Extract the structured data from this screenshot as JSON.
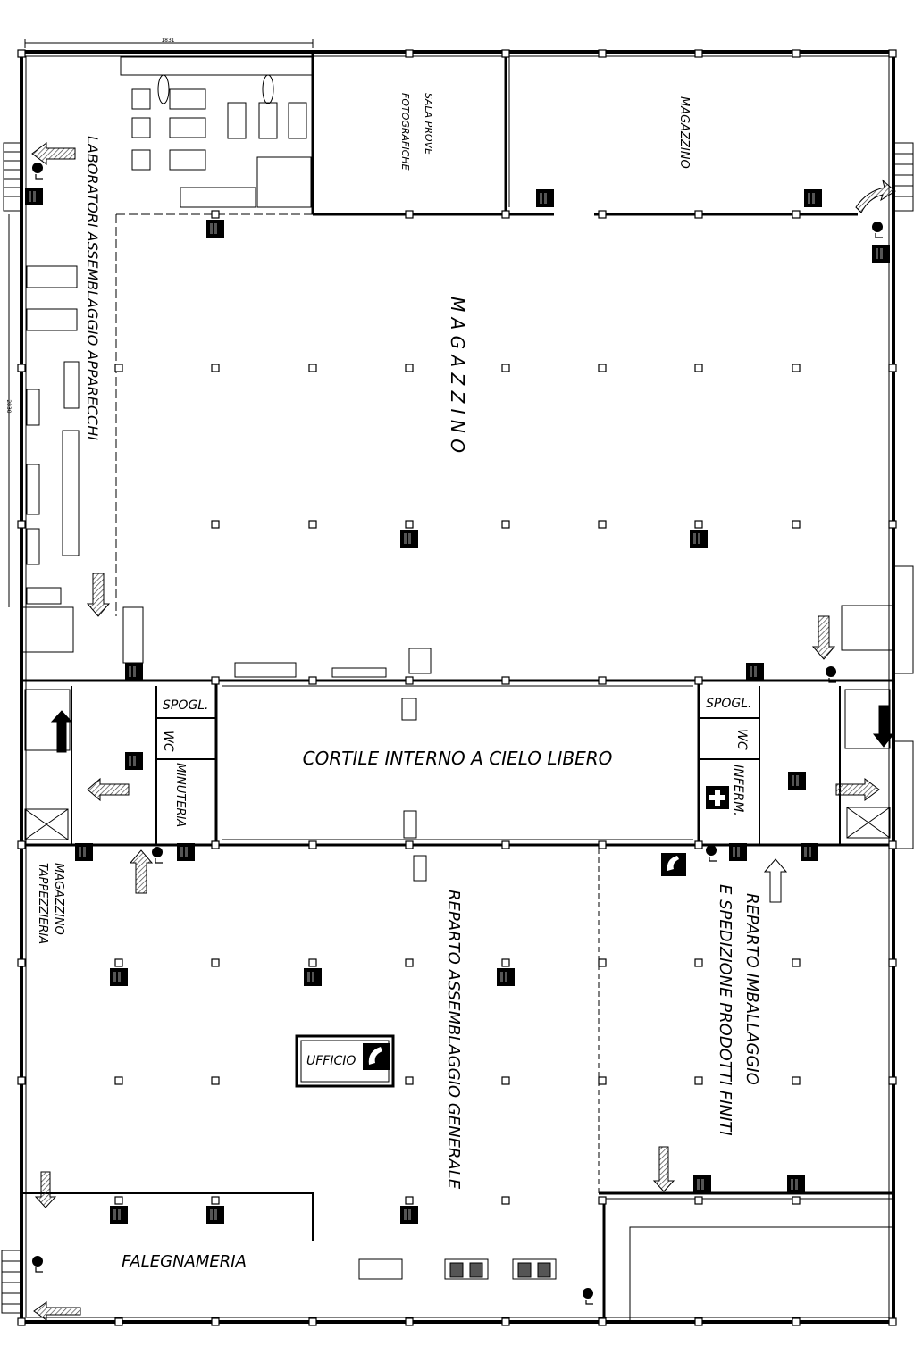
{
  "colors": {
    "wall": "#000000",
    "background": "#ffffff",
    "hatch": "#444444"
  },
  "top_dimension": "1831",
  "left_dimension": "2830",
  "labels": {
    "sala_prove": "SALA  PROVE",
    "fotografiche": "FOTOGRAFICHE",
    "magazzino_top": "MAGAZZINO",
    "magazzino_big": "M A G A Z Z I N O",
    "laboratori": "LABORATORI  ASSEMBLAGGIO  APPARECCHI",
    "cortile": "CORTILE   INTERNO   A   CIELO   LIBERO",
    "spogl_left": "SPOGL.",
    "wc_left": "WC",
    "minuteria": "MINUTERIA",
    "spogl_right": "SPOGL.",
    "wc_right": "WC",
    "infermeria": "INFERM.",
    "magazzino_tapp_1": "MAGAZZINO",
    "magazzino_tapp_2": "TAPPEZZIERIA",
    "reparto_assemblaggio": "REPARTO  ASSEMBLAGGIO  GENERALE",
    "reparto_imballaggio_1": "REPARTO  IMBALLAGGIO",
    "reparto_imballaggio_2": "E  SPEDIZIONE  PRODOTTI  FINITI",
    "ufficio": "UFFICIO",
    "falegnameria": "FALEGNAMERIA"
  },
  "icons": [
    "fire-extinguisher-icon",
    "hydrant-icon",
    "telephone-icon",
    "first-aid-icon",
    "exit-arrow-icon",
    "column-icon"
  ]
}
